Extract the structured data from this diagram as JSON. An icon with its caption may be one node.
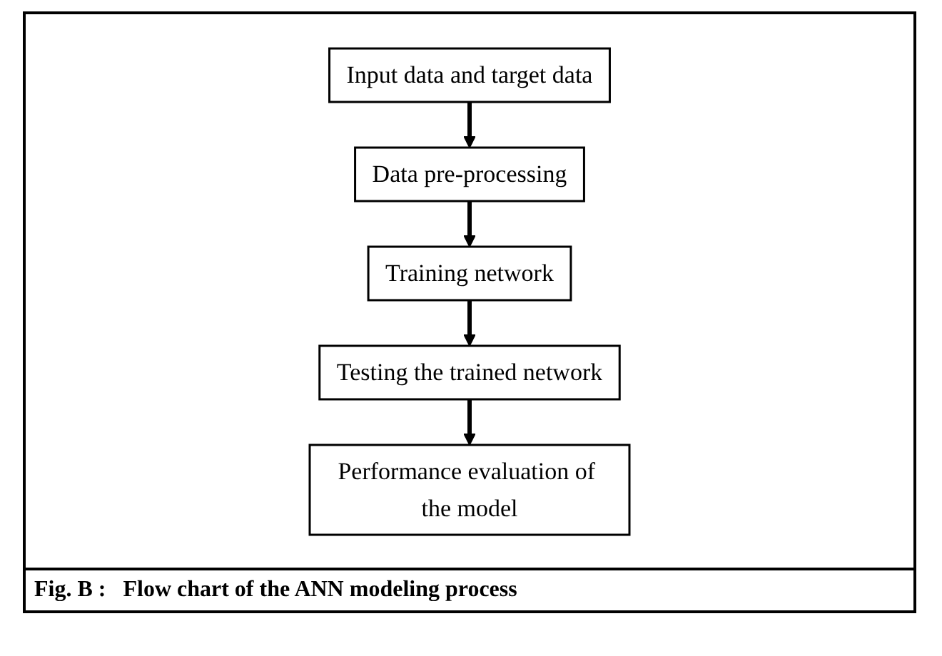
{
  "diagram": {
    "caption": "Fig. B :   Flow chart of the ANN modeling process",
    "nodes": [
      {
        "text": [
          "Input data and target data"
        ]
      },
      {
        "text": [
          "Data pre-processing"
        ]
      },
      {
        "text": [
          "Training network"
        ]
      },
      {
        "text": [
          "Testing the trained network"
        ]
      },
      {
        "text": [
          "Performance evaluation of the model"
        ]
      }
    ],
    "edges": [
      {
        "from": 0,
        "to": 1,
        "arrow": "to"
      },
      {
        "from": 1,
        "to": 2,
        "arrow": "to"
      },
      {
        "from": 2,
        "to": 3,
        "arrow": "to"
      },
      {
        "from": 3,
        "to": 4,
        "arrow": "to"
      }
    ]
  }
}
